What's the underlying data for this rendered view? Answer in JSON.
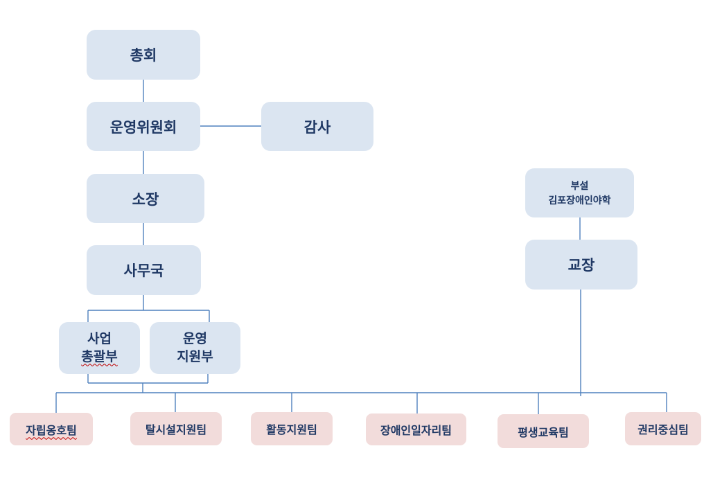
{
  "colors": {
    "box_blue_fill": "#dbe5f1",
    "box_pink_fill": "#f2dcdb",
    "label_navy": "#1f3864",
    "connector_blue": "#4f81bd",
    "spellcheck_red": "#c00000",
    "background": "#ffffff"
  },
  "nodes": {
    "general_assembly": {
      "label": "총회"
    },
    "steering_committee": {
      "label": "운영위원회"
    },
    "auditor": {
      "label": "감사"
    },
    "director": {
      "label": "소장"
    },
    "secretariat": {
      "label": "사무국"
    },
    "business_division": {
      "line1": "사업",
      "line2": "총괄부"
    },
    "operations_support_division": {
      "line1": "운영",
      "line2": "지원부"
    },
    "attached_night_school": {
      "line1": "부설",
      "line2": "김포장애인야학"
    },
    "principal": {
      "label": "교장"
    }
  },
  "teams": [
    {
      "label": "자립옹호팀"
    },
    {
      "label": "탈시설지원팀"
    },
    {
      "label": "활동지원팀"
    },
    {
      "label": "장애인일자리팀"
    },
    {
      "label": "평생교육팀"
    },
    {
      "label": "권리중심팀"
    }
  ],
  "edges": [
    {
      "from": "general_assembly",
      "to": "steering_committee"
    },
    {
      "from": "steering_committee",
      "to": "auditor"
    },
    {
      "from": "steering_committee",
      "to": "director"
    },
    {
      "from": "director",
      "to": "secretariat"
    },
    {
      "from": "secretariat",
      "to": "business_division"
    },
    {
      "from": "secretariat",
      "to": "operations_support_division"
    },
    {
      "from": "business_division",
      "to": "teams_bus"
    },
    {
      "from": "operations_support_division",
      "to": "teams_bus"
    },
    {
      "from": "teams_bus",
      "to": "자립옹호팀"
    },
    {
      "from": "teams_bus",
      "to": "탈시설지원팀"
    },
    {
      "from": "teams_bus",
      "to": "활동지원팀"
    },
    {
      "from": "teams_bus",
      "to": "장애인일자리팀"
    },
    {
      "from": "teams_bus",
      "to": "평생교육팀"
    },
    {
      "from": "teams_bus",
      "to": "권리중심팀"
    },
    {
      "from": "attached_night_school",
      "to": "principal"
    },
    {
      "from": "principal",
      "to": "teams_bus"
    }
  ]
}
